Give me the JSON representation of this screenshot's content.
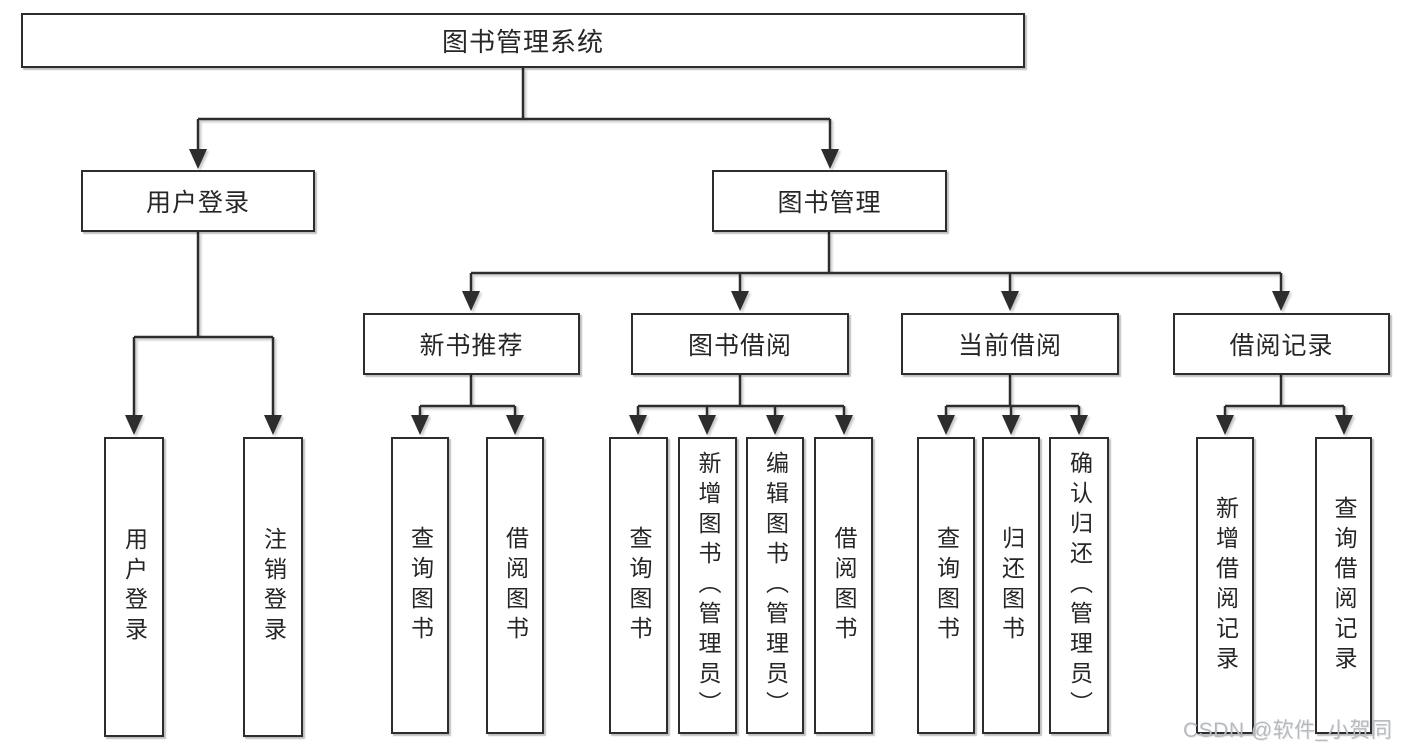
{
  "diagram_type": "hierarchy-tree",
  "colors": {
    "background": "#ffffff",
    "line": "#2d2d2d",
    "box_border": "#2d2d2d",
    "box_fill": "#ffffff",
    "text": "#262626",
    "watermark": "#b7bbc1"
  },
  "tree": {
    "root": {
      "label": "图书管理系统",
      "children": {
        "user_login": {
          "label": "用户登录",
          "children": {
            "login": {
              "label": "用户登录"
            },
            "logout": {
              "label": "注销登录"
            }
          }
        },
        "book_mgmt": {
          "label": "图书管理",
          "children": {
            "new_book_rec": {
              "label": "新书推荐",
              "children": {
                "query": {
                  "label": "查询图书"
                },
                "borrow": {
                  "label": "借阅图书"
                }
              }
            },
            "book_borrow": {
              "label": "图书借阅",
              "children": {
                "query": {
                  "label": "查询图书"
                },
                "add": {
                  "label": "新增图书（管理员）"
                },
                "edit": {
                  "label": "编辑图书（管理员）"
                },
                "borrow": {
                  "label": "借阅图书"
                }
              }
            },
            "current_borrow": {
              "label": "当前借阅",
              "children": {
                "query": {
                  "label": "查询图书"
                },
                "return": {
                  "label": "归还图书"
                },
                "confirm": {
                  "label": "确认归还（管理员）"
                }
              }
            },
            "borrow_records": {
              "label": "借阅记录",
              "children": {
                "add": {
                  "label": "新增借阅记录"
                },
                "query": {
                  "label": "查询借阅记录"
                }
              }
            }
          }
        }
      }
    }
  },
  "watermark": {
    "text": "CSDN @软件_小贺同学"
  }
}
